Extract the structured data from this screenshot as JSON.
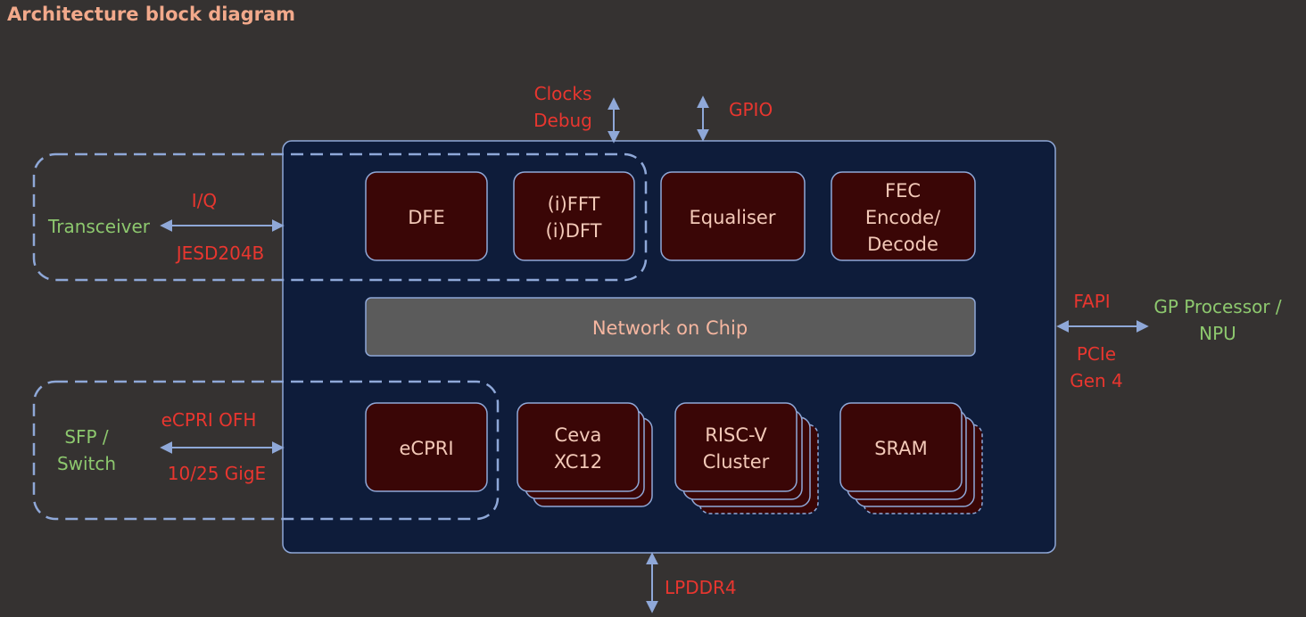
{
  "title": "Architecture block diagram",
  "external_labels": {
    "clocks": "Clocks",
    "debug": "Debug",
    "gpio": "GPIO",
    "iq": "I/Q",
    "transceiver": "Transceiver",
    "jesd": "JESD204B",
    "ecpri_ofh": "eCPRI OFH",
    "sfp": "SFP /",
    "switch": "Switch",
    "gige": "10/25 GigE",
    "fapi": "FAPI",
    "gp_processor": "GP Processor /",
    "npu": "NPU",
    "pcie": "PCIe",
    "gen4": "Gen 4",
    "lpddr4": "LPDDR4"
  },
  "blocks": {
    "dfe": "DFE",
    "ifft": "(i)FFT",
    "idft": "(i)DFT",
    "equaliser": "Equaliser",
    "fec_1": "FEC",
    "fec_2": "Encode/",
    "fec_3": "Decode",
    "noc": "Network on Chip",
    "ecpri": "eCPRI",
    "ceva_1": "Ceva",
    "ceva_2": "XC12",
    "riscv_1": "RISC-V",
    "riscv_2": "Cluster",
    "sram": "SRAM"
  },
  "colors": {
    "background": "#353231",
    "chip": "#0e1c3a",
    "block_fill": "#3a0606",
    "block_border": "#8fa8d8",
    "label_red": "#e8362f",
    "label_green": "#8dc86e",
    "title": "#f2a98b"
  }
}
